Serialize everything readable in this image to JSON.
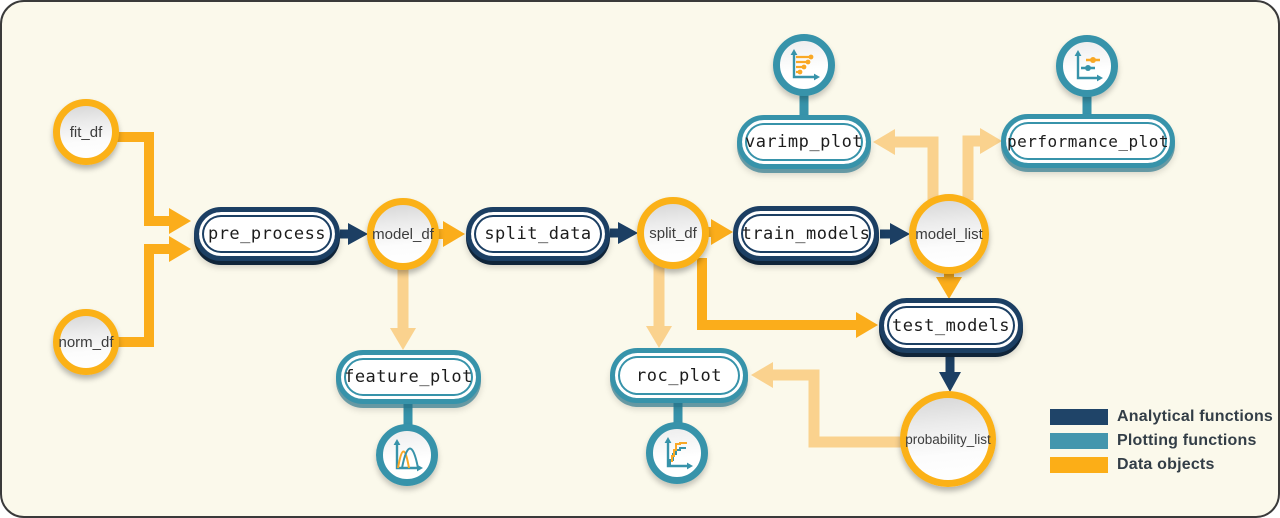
{
  "diagram": {
    "nodes": {
      "fit_df": {
        "label": "fit_df",
        "type": "data-object"
      },
      "norm_df": {
        "label": "norm_df",
        "type": "data-object"
      },
      "pre_process": {
        "label": "pre_process",
        "type": "analytical-function"
      },
      "model_df": {
        "label": "model_df",
        "type": "data-object"
      },
      "split_data": {
        "label": "split_data",
        "type": "analytical-function"
      },
      "split_df": {
        "label": "split_df",
        "type": "data-object"
      },
      "train_models": {
        "label": "train_models",
        "type": "analytical-function"
      },
      "model_list": {
        "label": "model_list",
        "type": "data-object"
      },
      "test_models": {
        "label": "test_models",
        "type": "analytical-function"
      },
      "probability_list": {
        "label": "probability_list",
        "type": "data-object"
      },
      "varimp_plot": {
        "label": "varimp_plot",
        "type": "plotting-function"
      },
      "performance_plot": {
        "label": "performance_plot",
        "type": "plotting-function"
      },
      "feature_plot": {
        "label": "feature_plot",
        "type": "plotting-function"
      },
      "roc_plot": {
        "label": "roc_plot",
        "type": "plotting-function"
      }
    },
    "edges": [
      {
        "from": "fit_df",
        "to": "pre_process",
        "style": "orange"
      },
      {
        "from": "norm_df",
        "to": "pre_process",
        "style": "orange"
      },
      {
        "from": "pre_process",
        "to": "model_df",
        "style": "navy"
      },
      {
        "from": "model_df",
        "to": "split_data",
        "style": "orange"
      },
      {
        "from": "model_df",
        "to": "feature_plot",
        "style": "pale-orange"
      },
      {
        "from": "split_data",
        "to": "split_df",
        "style": "navy"
      },
      {
        "from": "split_df",
        "to": "train_models",
        "style": "orange"
      },
      {
        "from": "split_df",
        "to": "roc_plot",
        "style": "pale-orange"
      },
      {
        "from": "split_df",
        "to": "test_models",
        "style": "orange"
      },
      {
        "from": "train_models",
        "to": "model_list",
        "style": "navy"
      },
      {
        "from": "model_list",
        "to": "varimp_plot",
        "style": "pale-orange"
      },
      {
        "from": "model_list",
        "to": "performance_plot",
        "style": "pale-orange"
      },
      {
        "from": "model_list",
        "to": "test_models",
        "style": "orange"
      },
      {
        "from": "test_models",
        "to": "probability_list",
        "style": "navy"
      },
      {
        "from": "probability_list",
        "to": "roc_plot",
        "style": "pale-orange"
      }
    ],
    "icons": {
      "varimp": "lollipop-bar-chart-icon",
      "performance": "dot-whisker-chart-icon",
      "feature": "density-curves-chart-icon",
      "roc": "step-roc-curve-chart-icon"
    }
  },
  "legend": {
    "items": [
      {
        "label": "Analytical functions",
        "color": "#1F4468"
      },
      {
        "label": "Plotting functions",
        "color": "#4496AD"
      },
      {
        "label": "Data objects",
        "color": "#FCAE17"
      }
    ]
  },
  "colors": {
    "background": "#FBF9EB",
    "navy": "#1C3F63",
    "teal": "#3793AA",
    "orange": "#FBAD1B",
    "pale_orange": "#FAD28E",
    "data_ring": "#FBB117"
  }
}
